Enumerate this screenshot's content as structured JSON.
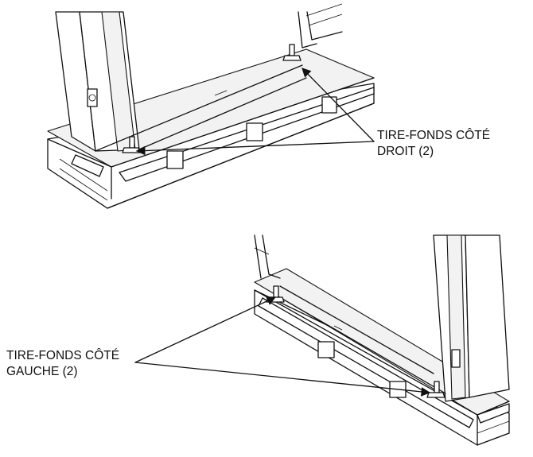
{
  "callouts": {
    "right": {
      "line1": "TIRE-FONDS CÔTÉ",
      "line2": "DROIT (2)"
    },
    "left": {
      "line1": "TIRE-FONDS CÔTÉ",
      "line2": "GAUCHE (2)"
    }
  },
  "colors": {
    "ink": "#111111",
    "background": "#ffffff"
  }
}
